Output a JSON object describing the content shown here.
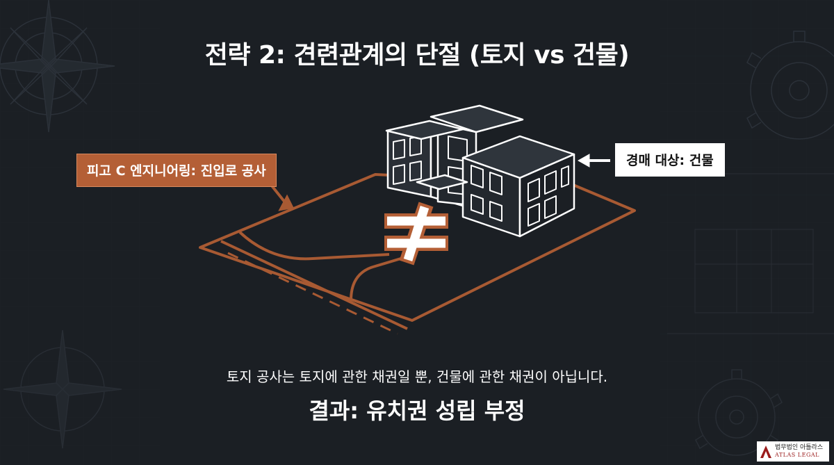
{
  "title": "전략 2: 견련관계의 단절 (토지 vs 건물)",
  "labels": {
    "land_work": "피고 C 엔지니어링: 진입로 공사",
    "auction_target": "경매 대상: 건물"
  },
  "symbol": "≠",
  "subtitle": "토지 공사는 토지에 관한 채권일 뿐, 건물에 관한 채권이 아닙니다.",
  "result": "결과: 유치권 성립 부정",
  "logo": {
    "korean": "법무법인 아틀라스",
    "english": "ATLAS LEGAL"
  },
  "colors": {
    "background": "#1b1f24",
    "accent_orange": "#b45f36",
    "line_orange": "#a85a33",
    "white": "#ffffff",
    "logo_red": "#9b1c1c"
  },
  "icons": {
    "background": [
      "compass-rose-icon",
      "gear-icon",
      "blueprint-grid"
    ],
    "building": "building-icon",
    "arrow": "arrow-left-icon"
  }
}
